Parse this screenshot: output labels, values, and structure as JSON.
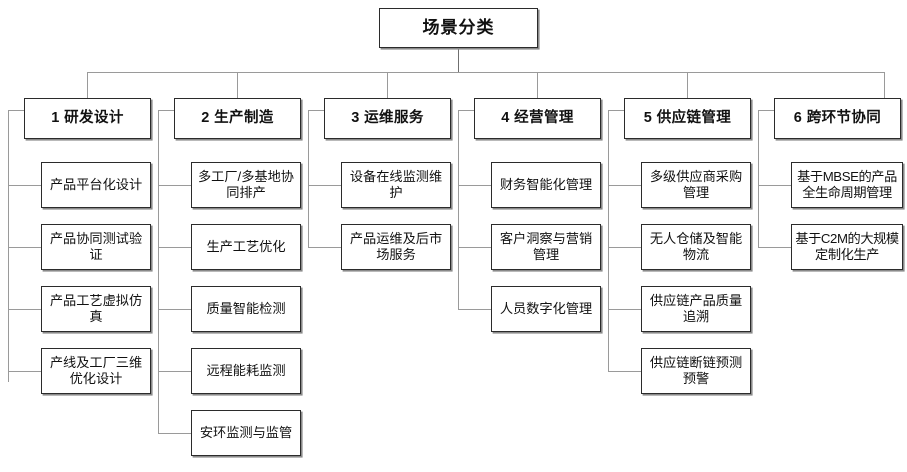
{
  "diagram": {
    "type": "organizational-tree",
    "root": {
      "label": "场景分类"
    },
    "columns": [
      {
        "id": 1,
        "number": "1",
        "title": "1 研发设计",
        "items": [
          {
            "label": "产品平台化设计"
          },
          {
            "label": "产品协同测试验证"
          },
          {
            "label": "产品工艺虚拟仿真"
          },
          {
            "label": "产线及工厂三维优化设计"
          }
        ]
      },
      {
        "id": 2,
        "number": "2",
        "title": "2 生产制造",
        "items": [
          {
            "label": "多工厂/多基地协同排产"
          },
          {
            "label": "生产工艺优化"
          },
          {
            "label": "质量智能检测"
          },
          {
            "label": "远程能耗监测"
          },
          {
            "label": "安环监测与监管"
          }
        ]
      },
      {
        "id": 3,
        "number": "3",
        "title": "3 运维服务",
        "items": [
          {
            "label": "设备在线监测维护"
          },
          {
            "label": "产品运维及后市场服务"
          }
        ]
      },
      {
        "id": 4,
        "number": "4",
        "title": "4 经营管理",
        "items": [
          {
            "label": "财务智能化管理"
          },
          {
            "label": "客户洞察与营销管理"
          },
          {
            "label": "人员数字化管理"
          }
        ]
      },
      {
        "id": 5,
        "number": "5",
        "title": "5 供应链管理",
        "items": [
          {
            "label": "多级供应商采购管理"
          },
          {
            "label": "无人仓储及智能物流"
          },
          {
            "label": "供应链产品质量追溯"
          },
          {
            "label": "供应链断链预测预警"
          }
        ]
      },
      {
        "id": 6,
        "number": "6",
        "title": "6 跨环节协同",
        "items": [
          {
            "label": "基于MBSE的产品全生命周期管理"
          },
          {
            "label": "基于C2M的大规模定制化生产"
          }
        ]
      }
    ],
    "colors": {
      "box_border": "#2b2b2b",
      "box_shadow": "#8a8a8a",
      "connector": "#9a9a9a",
      "background": "#ffffff",
      "text": "#111111"
    }
  }
}
